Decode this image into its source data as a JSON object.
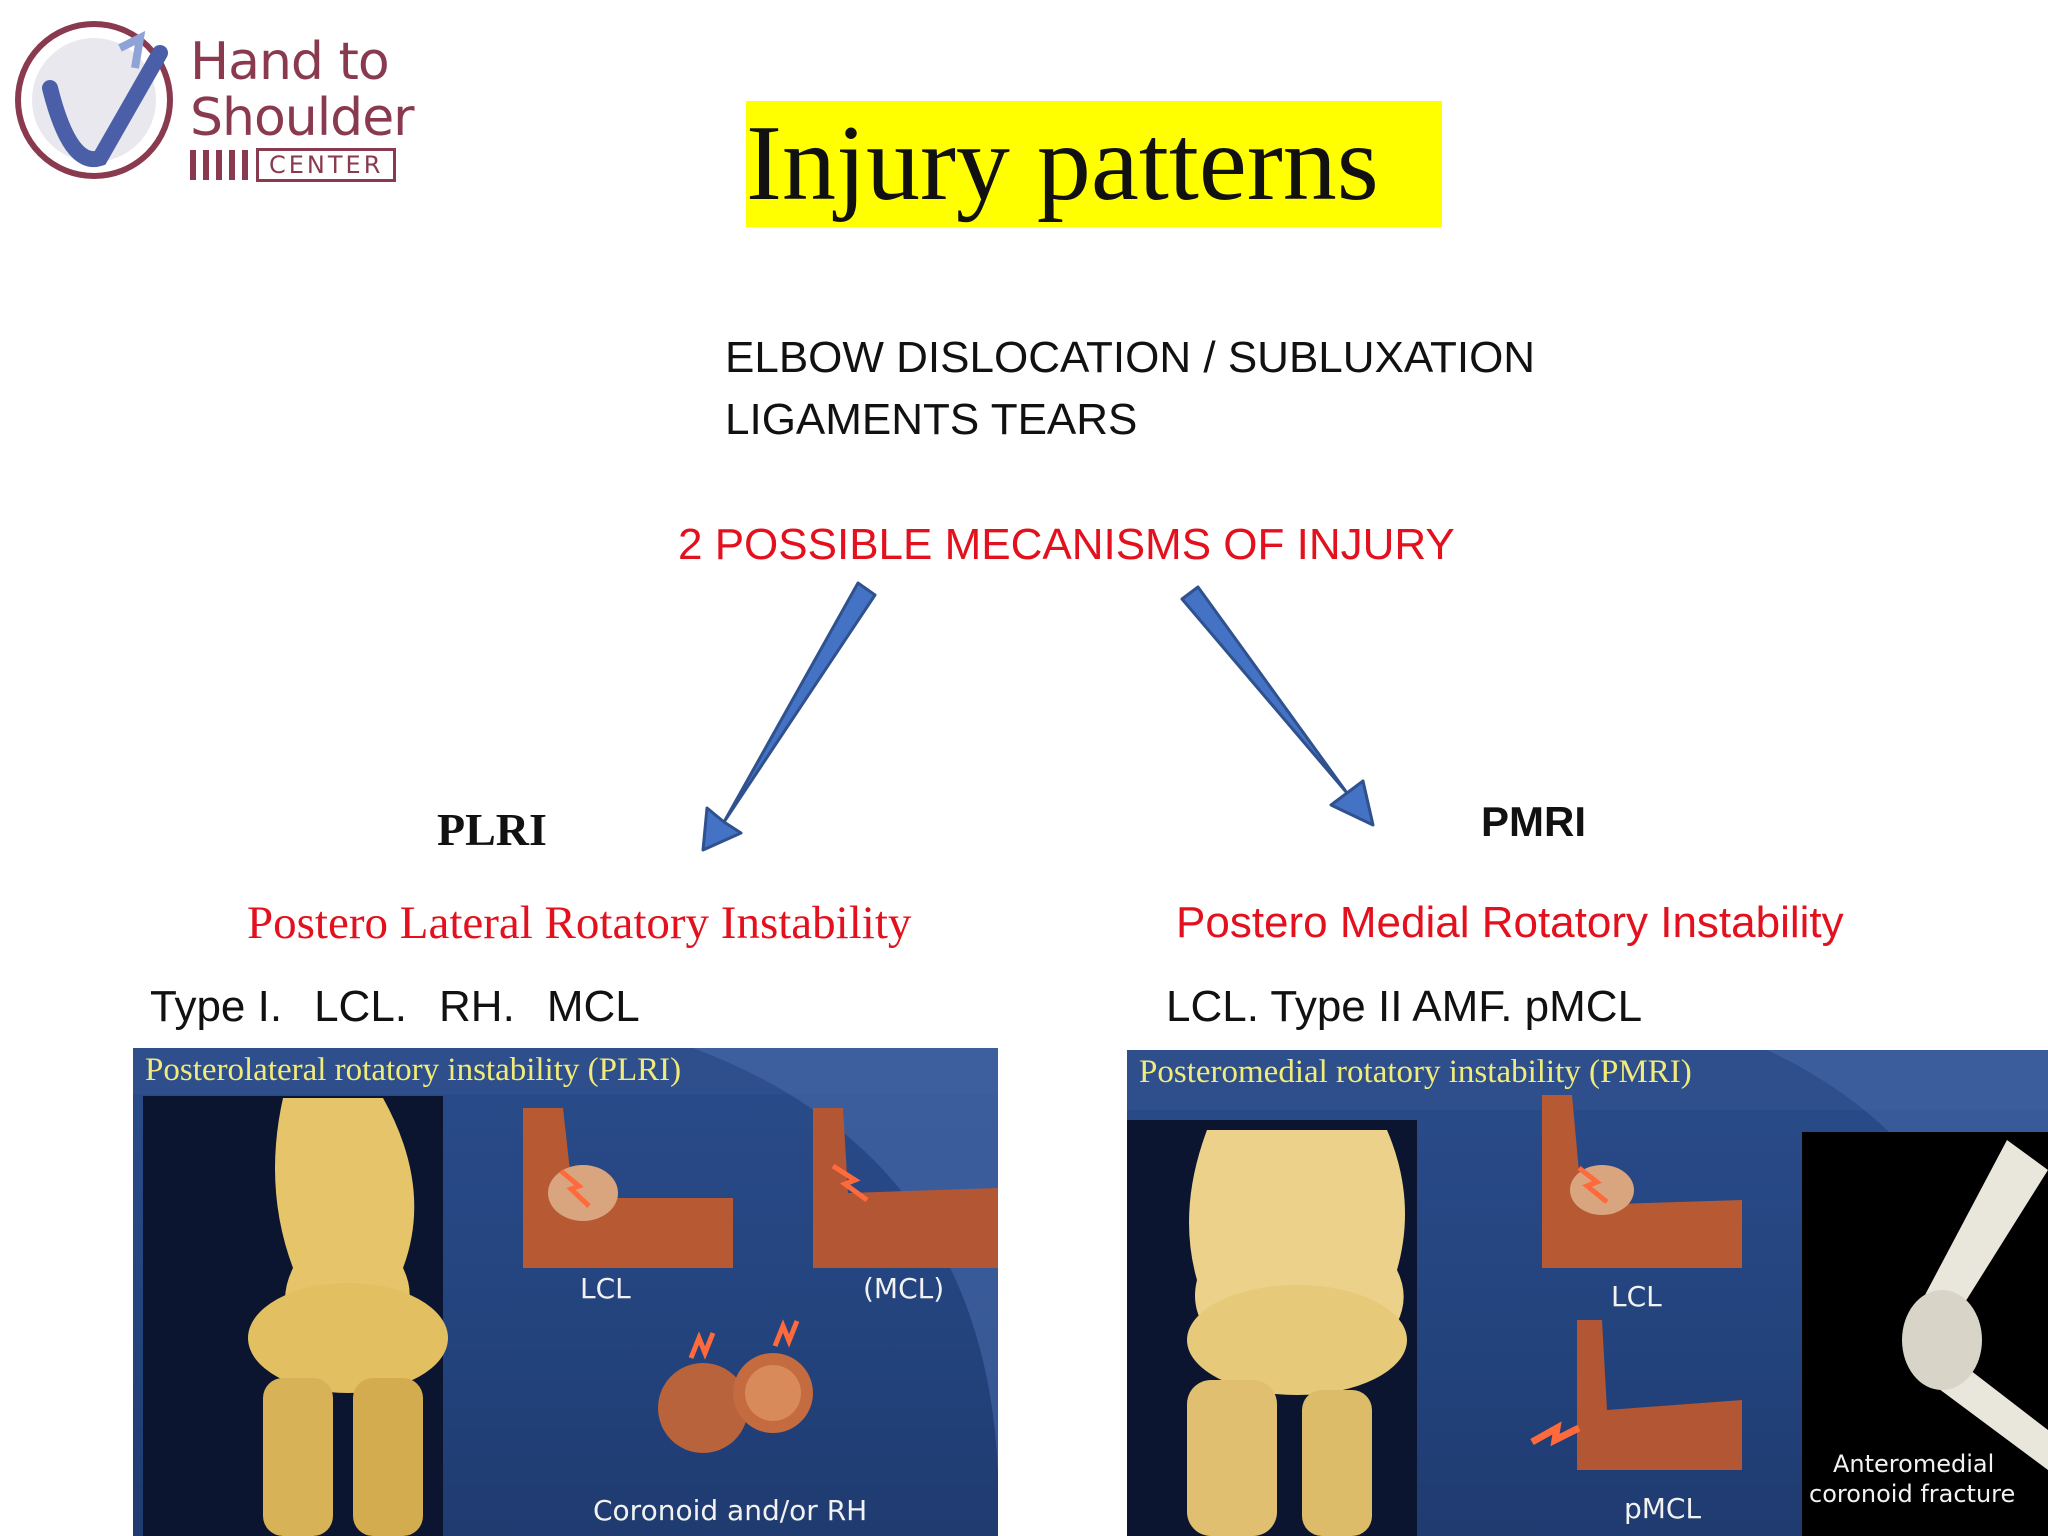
{
  "logo": {
    "line1": "Hand to",
    "line2": "Shoulder",
    "line3": "CENTER"
  },
  "title": "Injury patterns",
  "subtitle_lines": [
    "ELBOW DISLOCATION / SUBLUXATION",
    "LIGAMENTS TEARS"
  ],
  "mechanisms_heading": "2 POSSIBLE MECANISMS OF INJURY",
  "left": {
    "abbr": "PLRI",
    "full": "Postero Lateral Rotatory Instability",
    "types": [
      "Type I.",
      "LCL.",
      "RH.",
      "MCL"
    ],
    "image": {
      "title": "Posterolateral rotatory instability (PLRI)",
      "labels": {
        "lcl": "LCL",
        "mcl": "(MCL)",
        "coronoid": "Coronoid and/or RH"
      }
    }
  },
  "right": {
    "abbr": "PMRI",
    "full": "Postero Medial Rotatory Instability",
    "types": "LCL. Type II AMF. pMCL",
    "image": {
      "title": "Posteromedial rotatory instability (PMRI)",
      "labels": {
        "lcl": "LCL",
        "pmcl": "pMCL",
        "fracture_line1": "Anteromedial",
        "fracture_line2": "coronoid fracture"
      }
    }
  },
  "colors": {
    "title_highlight": "#ffff00",
    "accent_red": "#e3101d",
    "arrow": "#4472c4",
    "logo": "#8a3a4f",
    "panel_title": "#f1ec7a"
  }
}
